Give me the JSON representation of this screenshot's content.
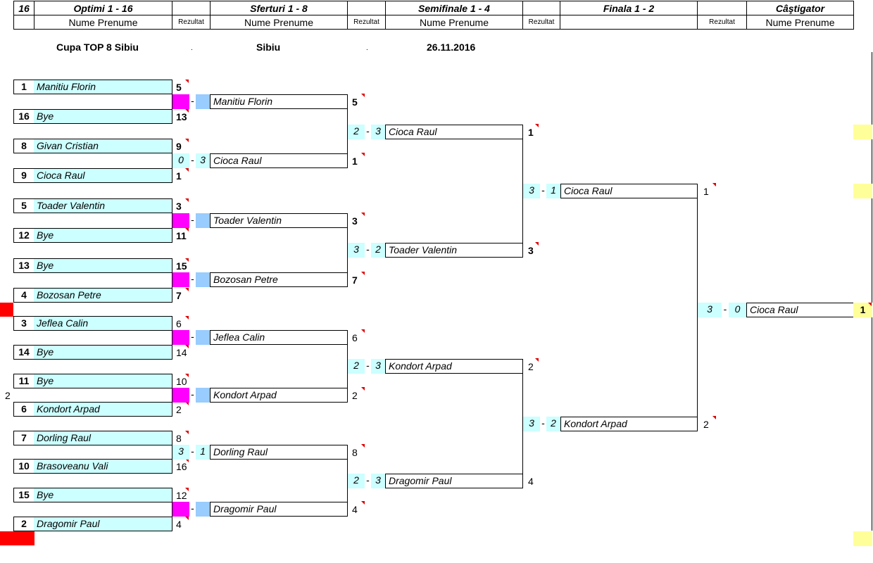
{
  "header": {
    "count": "16",
    "rounds": [
      "Optimi 1 - 16",
      "Sferturi 1 - 8",
      "Semifinale 1 - 4",
      "Finala 1 - 2",
      "Câştigator"
    ],
    "name_col": "Nume Prenume",
    "result_col": "Rezultat"
  },
  "info": {
    "cup": "Cupa TOP 8 Sibiu",
    "city": "Sibiu",
    "date": "26.11.2016",
    "sep1": ".",
    "sep2": "."
  },
  "round16": [
    {
      "seed": "1",
      "name": "Manitiu Florin",
      "result": "5"
    },
    {
      "seed": "16",
      "name": "Bye",
      "result": "13"
    },
    {
      "seed": "8",
      "name": "Givan Cristian",
      "result": "9"
    },
    {
      "seed": "9",
      "name": "Cioca Raul",
      "result": "1"
    },
    {
      "seed": "5",
      "name": "Toader Valentin",
      "result": "3"
    },
    {
      "seed": "12",
      "name": "Bye",
      "result": "11"
    },
    {
      "seed": "13",
      "name": "Bye",
      "result": "15"
    },
    {
      "seed": "4",
      "name": "Bozosan Petre",
      "result": "7"
    },
    {
      "seed": "3",
      "name": "Jeflea Calin",
      "result": "6"
    },
    {
      "seed": "14",
      "name": "Bye",
      "result": "14"
    },
    {
      "seed": "11",
      "name": "Bye",
      "result": "10"
    },
    {
      "seed": "6",
      "name": "Kondort Arpad",
      "result": "2"
    },
    {
      "seed": "7",
      "name": "Dorling Raul",
      "result": "8"
    },
    {
      "seed": "10",
      "name": "Brasoveanu Vali",
      "result": "16"
    },
    {
      "seed": "15",
      "name": "Bye",
      "result": "12"
    },
    {
      "seed": "2",
      "name": "Dragomir Paul",
      "result": "4"
    }
  ],
  "quarter": [
    {
      "name": "Manitiu Florin",
      "score_a": "",
      "score_b": "",
      "dash": "-",
      "result": "5"
    },
    {
      "name": "Cioca Raul",
      "score_a": "0",
      "score_b": "3",
      "dash": "-",
      "result": "1"
    },
    {
      "name": "Toader Valentin",
      "score_a": "",
      "score_b": "",
      "dash": "-",
      "result": "3"
    },
    {
      "name": "Bozosan Petre",
      "score_a": "",
      "score_b": "",
      "dash": "-",
      "result": "7"
    },
    {
      "name": "Jeflea Calin",
      "score_a": "",
      "score_b": "",
      "dash": "-",
      "result": "6"
    },
    {
      "name": "Kondort Arpad",
      "score_a": "",
      "score_b": "",
      "dash": "-",
      "result": "2"
    },
    {
      "name": "Dorling Raul",
      "score_a": "3",
      "score_b": "1",
      "dash": "-",
      "result": "8"
    },
    {
      "name": "Dragomir Paul",
      "score_a": "",
      "score_b": "",
      "dash": "-",
      "result": "4"
    }
  ],
  "semi": [
    {
      "name": "Cioca Raul",
      "score_a": "2",
      "score_b": "3",
      "dash": "-",
      "result": "1"
    },
    {
      "name": "Toader Valentin",
      "score_a": "3",
      "score_b": "2",
      "dash": "-",
      "result": "3"
    },
    {
      "name": "Kondort Arpad",
      "score_a": "2",
      "score_b": "3",
      "dash": "-",
      "result": "2"
    },
    {
      "name": "Dragomir Paul",
      "score_a": "2",
      "score_b": "3",
      "dash": "-",
      "result": "4"
    }
  ],
  "final": [
    {
      "name": "Cioca Raul",
      "score_a": "3",
      "score_b": "1",
      "dash": "-",
      "result": "1"
    },
    {
      "name": "Kondort Arpad",
      "score_a": "3",
      "score_b": "2",
      "dash": "-",
      "result": "2"
    }
  ],
  "champion": {
    "name": "Cioca Raul",
    "score_a": "3",
    "score_b": "0",
    "dash": "-",
    "result": "1"
  },
  "side_note": "2",
  "colors": {
    "name_bg": "#ccffff",
    "score_pink": "#ff00ff",
    "score_blue": "#99ccff",
    "highlight_yellow": "#ffff99",
    "marker_red": "#ff0000"
  }
}
